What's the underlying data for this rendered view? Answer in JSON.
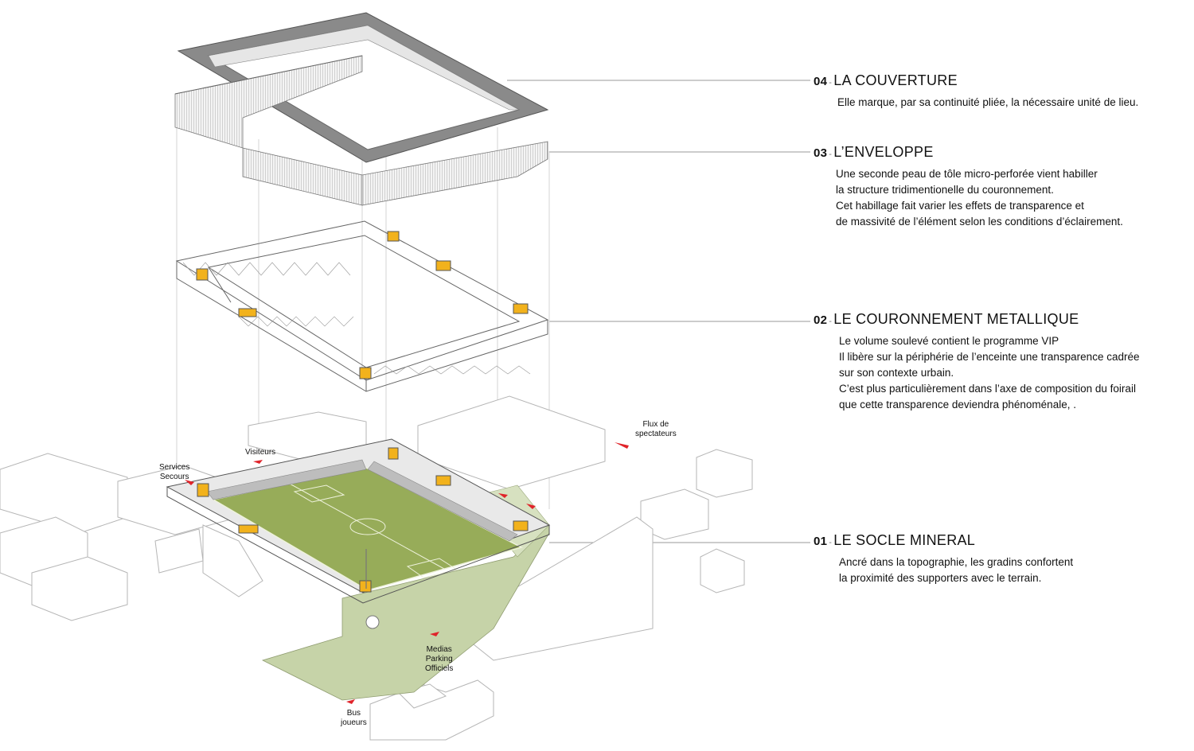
{
  "layers": [
    {
      "number": "04",
      "separator": "-",
      "title": "LA COUVERTURE",
      "lines": [
        "Elle marque, par sa continuité pliée, la nécessaire unité de lieu."
      ]
    },
    {
      "number": "03",
      "separator": "-",
      "title": "L’ENVELOPPE",
      "lines": [
        "Une seconde peau de tôle micro-perforée vient habiller",
        "la structure tridimentionelle du couronnement.",
        "Cet habillage fait varier les effets de transparence et",
        "de massivité de l’élément selon les conditions d’éclairement."
      ]
    },
    {
      "number": "02",
      "separator": "-",
      "title": "LE COURONNEMENT METALLIQUE",
      "lines": [
        "Le volume soulevé contient le programme VIP",
        "Il libère sur la périphérie de l’enceinte une transparence cadrée",
        "sur son contexte urbain.",
        "C’est plus particulièrement dans l’axe de composition du foirail",
        "que cette transparence deviendra phénoménale,  ."
      ]
    },
    {
      "number": "01",
      "separator": "-",
      "title": "LE SOCLE MINERAL",
      "lines": [
        "Ancré dans la topographie, les gradins confortent",
        "la proximité des supporters avec le terrain."
      ]
    }
  ],
  "site_labels": {
    "flux": [
      "Flux de",
      "spectateurs"
    ],
    "visiteurs": [
      "Visiteurs"
    ],
    "services": [
      "Services",
      "Secours"
    ],
    "medias": [
      "Medias",
      "Parking",
      "Officiels"
    ],
    "bus": [
      "Bus",
      "joueurs"
    ]
  },
  "colors": {
    "roof": "#8a8a8a",
    "accent_yellow": "#f2b21c",
    "pitch": "#97ac59",
    "ground_green": "#c6d3a8",
    "arrow_red": "#e0242a",
    "leader_line": "#9a9a9a"
  }
}
